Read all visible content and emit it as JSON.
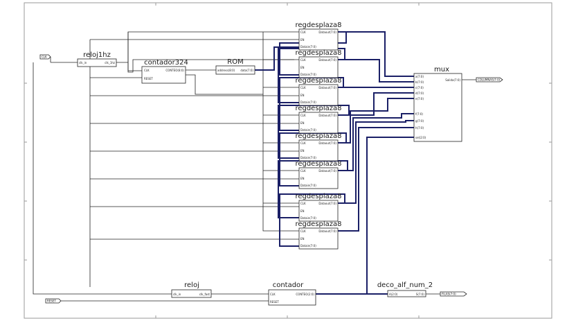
{
  "blocks": [
    {
      "id": "reloj1hz",
      "title": "reloj1hz",
      "ports_left": [
        "clk_in"
      ],
      "ports_right": [
        "clk_1hz"
      ]
    },
    {
      "id": "contador324",
      "title": "contador324",
      "ports_left": [
        "CLK",
        "RESET"
      ],
      "ports_right": [
        "CONTEO(8:0)"
      ]
    },
    {
      "id": "rom",
      "title": "ROM",
      "ports_left": [
        "address(8:0)"
      ],
      "ports_right": [
        "data(7:0)"
      ]
    },
    {
      "id": "reg0",
      "title": "regdesplaza8",
      "ports_left": [
        "CLK",
        "EN",
        "Datain(7:0)"
      ],
      "ports_right": [
        "Dataout(7:0)"
      ]
    },
    {
      "id": "reg1",
      "title": "regdesplaza8",
      "ports_left": [
        "CLK",
        "EN",
        "Datain(7:0)"
      ],
      "ports_right": [
        "Dataout(7:0)"
      ]
    },
    {
      "id": "reg2",
      "title": "regdesplaza8",
      "ports_left": [
        "CLK",
        "EN",
        "Datain(7:0)"
      ],
      "ports_right": [
        "Dataout(7:0)"
      ]
    },
    {
      "id": "reg3",
      "title": "regdesplaza8",
      "ports_left": [
        "CLK",
        "EN",
        "Datain(7:0)"
      ],
      "ports_right": [
        "Dataout(7:0)"
      ]
    },
    {
      "id": "reg4",
      "title": "regdesplaza8",
      "ports_left": [
        "CLK",
        "EN",
        "Datain(7:0)"
      ],
      "ports_right": [
        "Dataout(7:0)"
      ]
    },
    {
      "id": "reg5",
      "title": "regdesplaza8",
      "ports_left": [
        "CLK",
        "EN",
        "Datain(7:0)"
      ],
      "ports_right": [
        "Dataout(7:0)"
      ]
    },
    {
      "id": "reg6",
      "title": "regdesplaza8",
      "ports_left": [
        "CLK",
        "EN",
        "Datain(7:0)"
      ],
      "ports_right": [
        "Dataout(7:0)"
      ]
    },
    {
      "id": "reg7",
      "title": "regdesplaza8",
      "ports_left": [
        "CLK",
        "EN",
        "Datain(7:0)"
      ],
      "ports_right": [
        "Dataout(7:0)"
      ]
    },
    {
      "id": "mux",
      "title": "mux",
      "ports_left": [
        "a(7:0)",
        "b(7:0)",
        "c(7:0)",
        "d(7:0)",
        "e(7:0)",
        "f(7:0)",
        "g(7:0)",
        "h(7:0)",
        "sel(2:0)"
      ],
      "ports_right": [
        "Salida(7:0)"
      ]
    },
    {
      "id": "reloj",
      "title": "reloj",
      "ports_left": [
        "clk_in"
      ],
      "ports_right": [
        "clk_fast"
      ]
    },
    {
      "id": "contador",
      "title": "contador",
      "ports_left": [
        "CLK",
        "RESET"
      ],
      "ports_right": [
        "CONTEO(2:0)"
      ]
    },
    {
      "id": "deco",
      "title": "deco_alf_num_2",
      "ports_left": [
        "A(2:0)"
      ],
      "ports_right": [
        "S(7:0)"
      ]
    }
  ],
  "io_markers": [
    {
      "id": "clk",
      "label": "CLK",
      "direction": "in"
    },
    {
      "id": "reset",
      "label": "RESET",
      "direction": "in"
    },
    {
      "id": "columnas",
      "label": "COLUMNAS(7:0)",
      "direction": "out"
    },
    {
      "id": "filas",
      "label": "FILAS(7:0)",
      "direction": "out"
    }
  ]
}
